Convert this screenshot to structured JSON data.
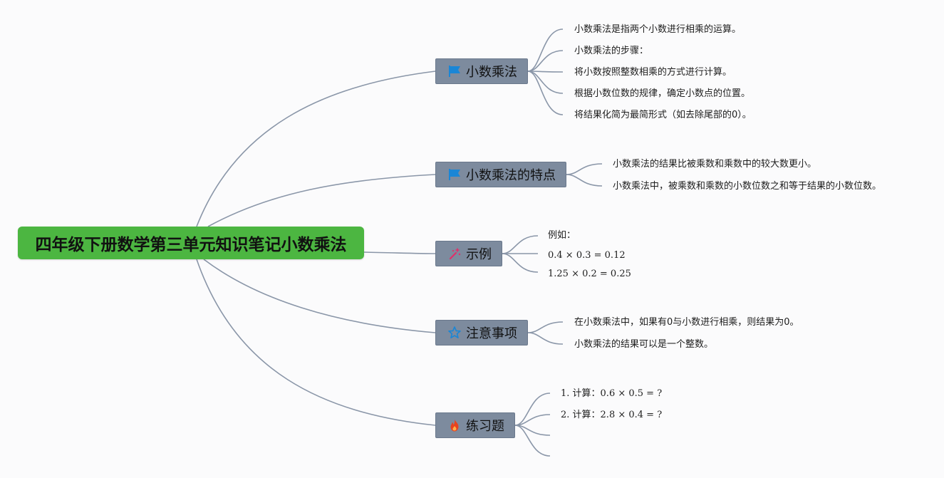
{
  "root": {
    "title": "四年级下册数学第三单元知识笔记小数乘法",
    "color": "#4cb641"
  },
  "branches": [
    {
      "label": "小数乘法",
      "icon": "flag-icon",
      "items": [
        "小数乘法是指两个小数进行相乘的运算。",
        "小数乘法的步骤：",
        "将小数按照整数相乘的方式进行计算。",
        "根据小数位数的规律，确定小数点的位置。",
        "将结果化简为最简形式（如去除尾部的0）。"
      ]
    },
    {
      "label": "小数乘法的特点",
      "icon": "flag-icon",
      "items": [
        "小数乘法的结果比被乘数和乘数中的较大数更小。",
        "小数乘法中，被乘数和乘数的小数位数之和等于结果的小数位数。"
      ]
    },
    {
      "label": "示例",
      "icon": "magic-wand-icon",
      "items": [
        "例如：",
        "0.4 × 0.3 = 0.12",
        "1.25 × 0.2 = 0.25"
      ]
    },
    {
      "label": "注意事项",
      "icon": "star-icon",
      "items": [
        "在小数乘法中，如果有0与小数进行相乘，则结果为0。",
        "小数乘法的结果可以是一个整数。"
      ]
    },
    {
      "label": "练习题",
      "icon": "fire-icon",
      "items": [
        "1. 计算：0.6 × 0.5 = ?",
        "2. 计算：2.8 × 0.4 = ?",
        "",
        ""
      ]
    }
  ],
  "colors": {
    "branch_fill": "#7d8b9e",
    "edge": "#8a96a8",
    "flag": "#1a86d6",
    "star": "#1a86d6",
    "wand": "#e0306a",
    "fire": "#e8431f"
  }
}
